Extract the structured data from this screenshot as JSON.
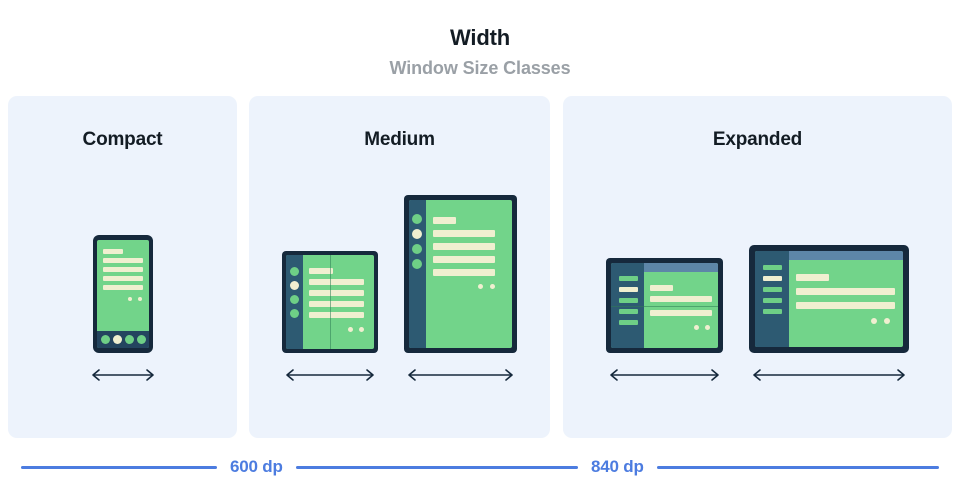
{
  "header": {
    "title": "Width",
    "subtitle": "Window Size Classes"
  },
  "panels": [
    {
      "key": "compact",
      "title": "Compact",
      "devices": [
        {
          "name": "phone-portrait",
          "type": "phone"
        }
      ]
    },
    {
      "key": "medium",
      "title": "Medium",
      "devices": [
        {
          "name": "foldable-portrait",
          "type": "foldable-portrait"
        },
        {
          "name": "tablet-portrait",
          "type": "tablet-portrait"
        }
      ]
    },
    {
      "key": "expanded",
      "title": "Expanded",
      "devices": [
        {
          "name": "foldable-landscape",
          "type": "foldable-landscape"
        },
        {
          "name": "tablet-landscape",
          "type": "tablet-landscape"
        }
      ]
    }
  ],
  "scale": {
    "breakpoints": [
      "600 dp",
      "840 dp"
    ],
    "breakpoint_1": "600 dp",
    "breakpoint_2": "840 dp"
  },
  "colors": {
    "panel_background": "#edf3fc",
    "page_background": "#ffffff",
    "title_text": "#131c24",
    "subtitle_text": "#9aa0a6",
    "scale_accent": "#4c7ce0",
    "device_frame": "#16293c",
    "device_screen": "#72d48a",
    "device_content": "#f0efd0",
    "device_rail": "#2d5a72",
    "device_appbar": "#5d86a8",
    "device_navbar": "#24455f"
  },
  "icons": {
    "width_arrow": "double-headed-horizontal-arrow"
  }
}
